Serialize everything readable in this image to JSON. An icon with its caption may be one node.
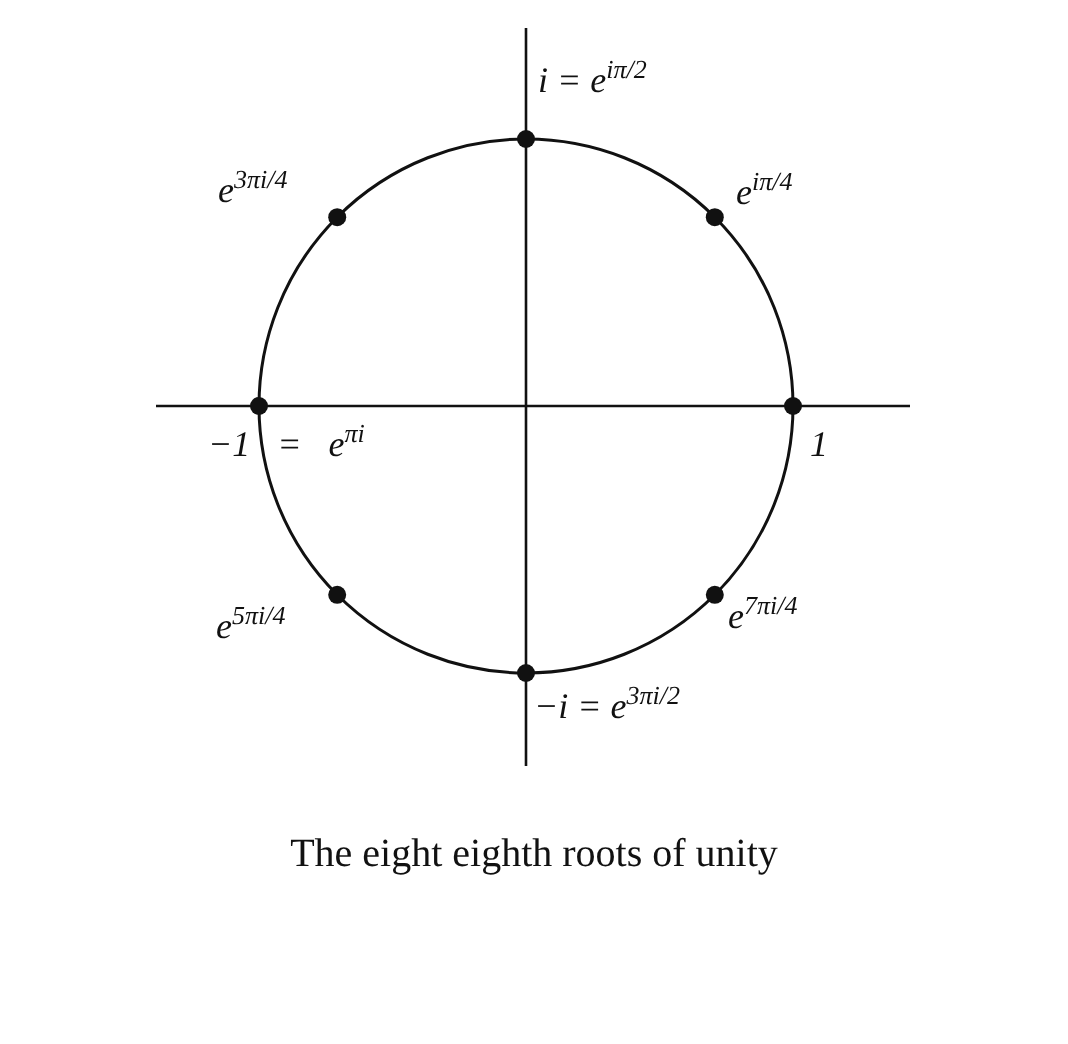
{
  "diagram": {
    "caption": "The eight eighth roots of unity",
    "labels": [
      "i = e$^{iπ/2}$",
      "e$^{3πi/4}$",
      "e$^{iπ/4}$",
      "−1 = e$^{πi}$",
      "1",
      "e$^{5πi/4}$",
      "e$^{7πi/4}$",
      "−i = e$^{3πi/2}$"
    ]
  }
}
